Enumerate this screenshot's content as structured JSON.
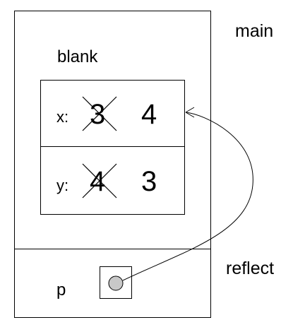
{
  "frames": {
    "main": {
      "label": "main"
    },
    "reflect": {
      "label": "reflect"
    }
  },
  "object": {
    "type_label": "blank",
    "fields": [
      {
        "name": "x:",
        "old_value": "3",
        "new_value": "4",
        "old_crossed_out": true
      },
      {
        "name": "y:",
        "old_value": "4",
        "new_value": "3",
        "old_crossed_out": true
      }
    ]
  },
  "reflect_vars": [
    {
      "name": "p",
      "kind": "reference",
      "points_to": "blank.x"
    }
  ],
  "colors": {
    "stroke": "#000000",
    "pointer_fill": "#c8c8c8",
    "background": "#ffffff"
  }
}
